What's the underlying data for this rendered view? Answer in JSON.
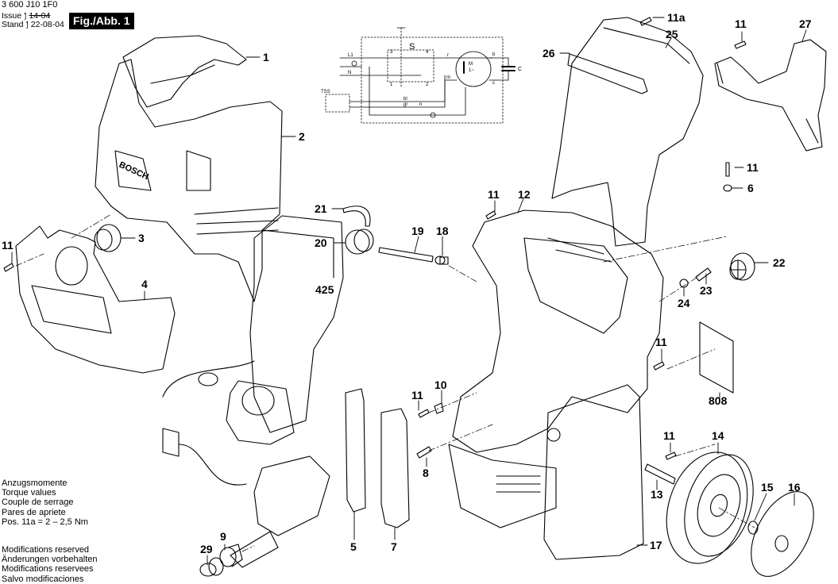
{
  "header": {
    "document_number": "3 600 J10 1F0",
    "issue_label": "Issue",
    "issue_value": "14-04",
    "stand_label": "Stand",
    "stand_value": "22-08-04",
    "figure_badge": "Fig./Abb. 1"
  },
  "torque_note": {
    "lines": [
      "Anzugsmomente",
      "Torque values",
      "Couple de serrage",
      "Pares de apriete",
      "Pos. 11a = 2 – 2,5 Nm"
    ]
  },
  "modifications_note": {
    "lines": [
      "Modifications reserved",
      "Änderungen vorbehalten",
      "Modifications reservees",
      "Salvo modificaciones"
    ]
  },
  "wiring_diagram": {
    "labels": {
      "switch": "S",
      "terminal_3": "3",
      "terminal_4": "4",
      "terminal_1": "1",
      "terminal_2": "2",
      "line_l1": "L1",
      "neutral": "N",
      "motor": "M",
      "motor_phase": "1~",
      "thermal": "T",
      "capacitor": "C",
      "wire_r": "r",
      "wire_b": "b",
      "wire_c": "c",
      "wire_m": "m",
      "pressure_switch": "TSS",
      "wire_bl": "bl",
      "wire_gr": "gr",
      "wire_n": "n"
    }
  },
  "parts": [
    {
      "number": "1"
    },
    {
      "number": "2"
    },
    {
      "number": "3"
    },
    {
      "number": "4"
    },
    {
      "number": "5"
    },
    {
      "number": "6"
    },
    {
      "number": "7"
    },
    {
      "number": "8"
    },
    {
      "number": "9"
    },
    {
      "number": "10"
    },
    {
      "number": "11"
    },
    {
      "number": "11a"
    },
    {
      "number": "12"
    },
    {
      "number": "13"
    },
    {
      "number": "14"
    },
    {
      "number": "15"
    },
    {
      "number": "16"
    },
    {
      "number": "17"
    },
    {
      "number": "18"
    },
    {
      "number": "19"
    },
    {
      "number": "20"
    },
    {
      "number": "21"
    },
    {
      "number": "22"
    },
    {
      "number": "23"
    },
    {
      "number": "24"
    },
    {
      "number": "25"
    },
    {
      "number": "26"
    },
    {
      "number": "27"
    },
    {
      "number": "29"
    },
    {
      "number": "425"
    },
    {
      "number": "808"
    }
  ],
  "callouts": {
    "c1": "1",
    "c2": "2",
    "c3": "3",
    "c4": "4",
    "c5": "5",
    "c6": "6",
    "c7": "7",
    "c8": "8",
    "c9": "9",
    "c10": "10",
    "c11_a": "11",
    "c11_b": "11",
    "c11_c": "11",
    "c11_d": "11",
    "c11_e": "11",
    "c11_f": "11",
    "c11_g": "11",
    "c11a": "11a",
    "c12": "12",
    "c13": "13",
    "c14": "14",
    "c15": "15",
    "c16": "16",
    "c17": "17",
    "c18": "18",
    "c19": "19",
    "c20": "20",
    "c21": "21",
    "c22": "22",
    "c23": "23",
    "c24": "24",
    "c25": "25",
    "c26": "26",
    "c27": "27",
    "c29": "29",
    "c425": "425",
    "c808": "808"
  },
  "brand_mark": "BOSCH"
}
